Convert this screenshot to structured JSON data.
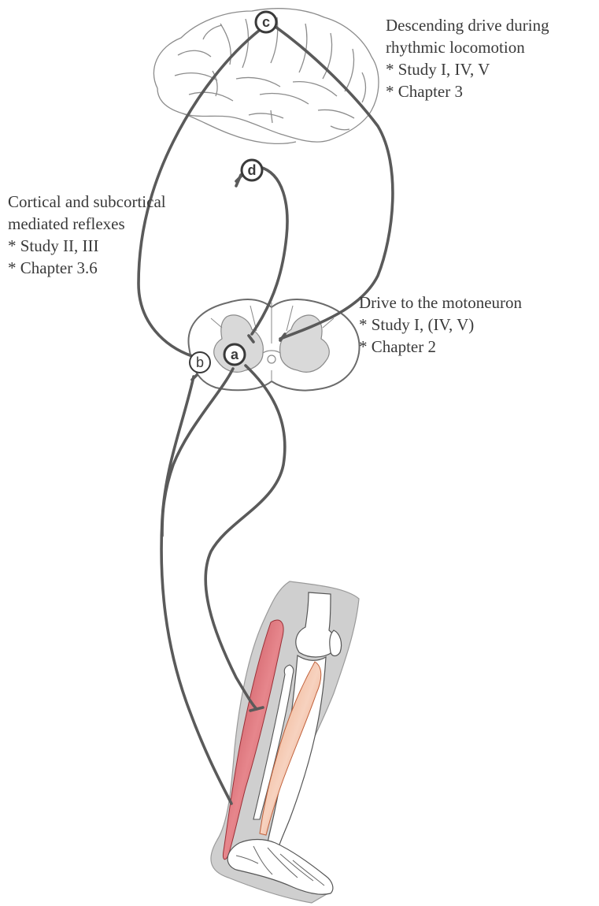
{
  "annotations": {
    "descending": {
      "title_line1": "Descending drive during",
      "title_line2": "rhythmic locomotion",
      "item1": "* Study I, IV, V",
      "item2": "* Chapter 3"
    },
    "cortical": {
      "title_line1": "Cortical and subcortical",
      "title_line2": "mediated reflexes",
      "item1": "* Study II, III",
      "item2": "* Chapter 3.6"
    },
    "motoneuron": {
      "title_line1": "Drive to the motoneuron",
      "item1": "* Study I, (IV, V)",
      "item2": "* Chapter 2"
    }
  },
  "nodes": {
    "a": "a",
    "b": "b",
    "c": "c",
    "d": "d"
  },
  "colors": {
    "pathway": "#5a5a5a",
    "grey_matter": "#d9d9d9",
    "muscle_front": "#c8484f",
    "muscle_back": "#e07a4a",
    "leg_shadow": "#c9c9c9"
  }
}
